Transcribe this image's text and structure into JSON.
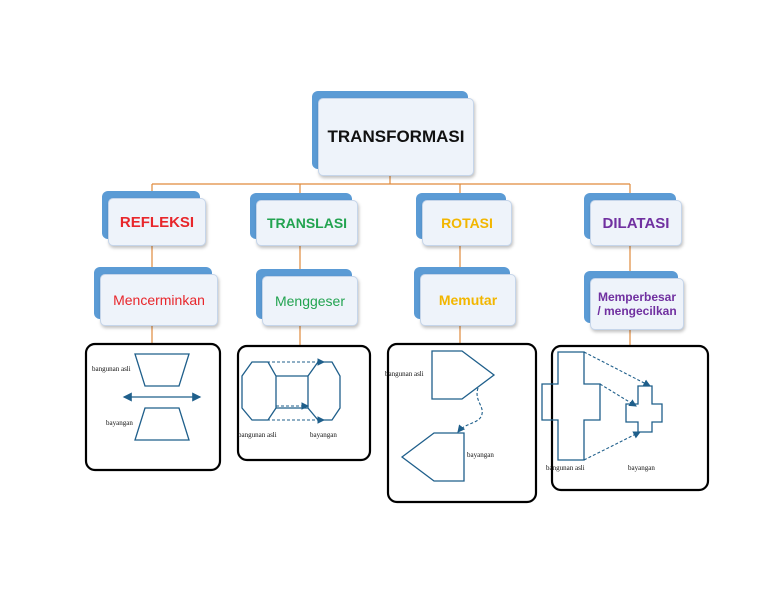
{
  "root": {
    "title": "TRANSFORMASI"
  },
  "categories": [
    {
      "name": "REFLEKSI",
      "desc": "Mencerminkan",
      "color": "#e8262b"
    },
    {
      "name": "TRANSLASI",
      "desc": "Menggeser",
      "color": "#22a350"
    },
    {
      "name": "ROTASI",
      "desc": "Memutar",
      "color": "#f2b600"
    },
    {
      "name": "DILATASI",
      "desc_line1": "Memperbesar",
      "desc_line2": "/ mengecilkan",
      "color": "#7030a0"
    }
  ],
  "examples": {
    "refleksi": {
      "original": "bangunan asli",
      "image": "bayangan"
    },
    "translasi": {
      "original": "bangunan asli",
      "image": "bayangan"
    },
    "rotasi": {
      "original": "bangunan asli",
      "image": "bayangan"
    },
    "dilatasi": {
      "original": "bangunan asli",
      "image": "bayangan"
    }
  },
  "colors": {
    "box_shadow": "#5b9bd5",
    "connector": "#e08a3c",
    "shape_stroke": "#1f5f8b"
  }
}
